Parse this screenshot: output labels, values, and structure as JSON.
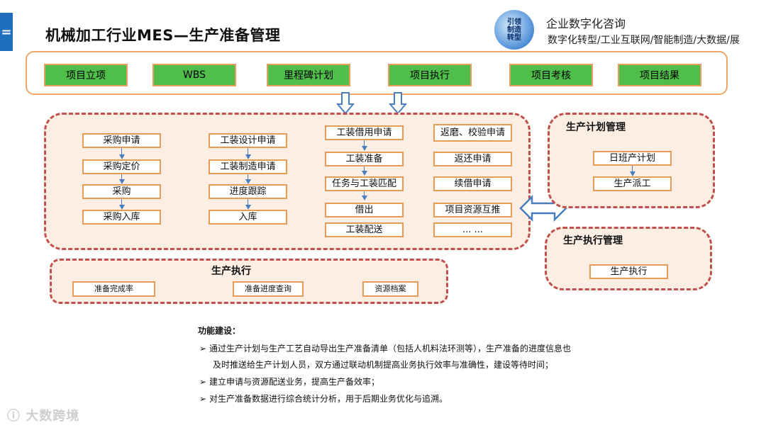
{
  "header": {
    "menu_glyph": "=",
    "title": "机械加工行业MES—生产准备管理",
    "logo_lines": [
      "引领",
      "制造",
      "转型"
    ],
    "brand_name": "企业数字化咨询",
    "brand_tagline": "数字化转型/工业互联网/智能制造/大数据/展"
  },
  "top_flow": [
    "项目立项",
    "WBS",
    "里程碑计划",
    "项目执行",
    "项目考核",
    "项目结果"
  ],
  "prep_panel": {
    "col1": [
      "采购申请",
      "采购定价",
      "采购",
      "采购入库"
    ],
    "col2": [
      "工装设计申请",
      "工装制造申请",
      "进度跟踪",
      "入库"
    ],
    "col3": [
      "工装借用申请",
      "工装准备",
      "任务与工装匹配",
      "借出",
      "工装配送"
    ],
    "col4": [
      "返磨、校验申请",
      "返还申请",
      "续借申请",
      "项目资源互推",
      "... ..."
    ]
  },
  "exec_bottom": {
    "title": "生产执行",
    "items": [
      "准备完成率",
      "准备进度查询",
      "资源档案"
    ]
  },
  "plan_panel": {
    "title": "生产计划管理",
    "items": [
      "日班产计划",
      "生产派工"
    ]
  },
  "exec_panel": {
    "title": "生产执行管理",
    "items": [
      "生产执行"
    ]
  },
  "notes": {
    "title": "功能建设：",
    "bullet": "➢",
    "items": [
      [
        "通过生产计划与生产工艺自动导出生产准备清单（包括人机料法环测等），生产准备的进度信息也",
        "及时推送给生产计划人员，双方通过联动机制提高业务执行效率与准确性，建设等待时间；"
      ],
      [
        "建立申请与资源配送业务，提高生产备效率；"
      ],
      [
        "对生产准备数据进行综合统计分析，用于后期业务优化与追溯。"
      ]
    ]
  },
  "watermark": "大数跨境",
  "colors": {
    "green": "#4fbe4a",
    "panel_fill": "#fdeee4",
    "dash_border": "#c0504d",
    "box_border": "#e79c56",
    "arrow_blue": "#4a7dbf"
  }
}
